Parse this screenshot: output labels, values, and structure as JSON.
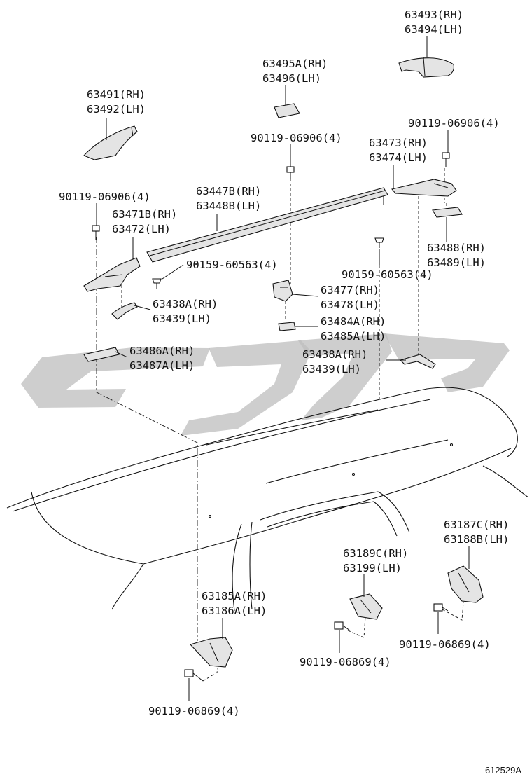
{
  "callouts": {
    "c63493": [
      "63493(RH)",
      "63494(LH)"
    ],
    "c63495": [
      "63495A(RH)",
      "63496(LH)"
    ],
    "c63491": [
      "63491(RH)",
      "63492(LH)"
    ],
    "c90119_a": [
      "90119-06906(4)"
    ],
    "c90119_b": [
      "90119-06906(4)"
    ],
    "c63473": [
      "63473(RH)",
      "63474(LH)"
    ],
    "c90119_c": [
      "90119-06906(4)"
    ],
    "c63447": [
      "63447B(RH)",
      "63448B(LH)"
    ],
    "c63471": [
      "63471B(RH)",
      "63472(LH)"
    ],
    "c63488": [
      "63488(RH)",
      "63489(LH)"
    ],
    "c90159_a": [
      "90159-60563(4)"
    ],
    "c90159_b": [
      "90159-60563(4)"
    ],
    "c63477": [
      "63477(RH)",
      "63478(LH)"
    ],
    "c63438_a": [
      "63438A(RH)",
      "63439(LH)"
    ],
    "c63484": [
      "63484A(RH)",
      "63485A(LH)"
    ],
    "c63486": [
      "63486A(RH)",
      "63487A(LH)"
    ],
    "c63438_b": [
      "63438A(RH)",
      "63439(LH)"
    ],
    "c63187": [
      "63187C(RH)",
      "63188B(LH)"
    ],
    "c63189": [
      "63189C(RH)",
      "63199(LH)"
    ],
    "c63185": [
      "63185A(RH)",
      "63186A(LH)"
    ],
    "c90119_d": [
      "90119-06869(4)"
    ],
    "c90119_e": [
      "90119-06869(4)"
    ],
    "c90119_f": [
      "90119-06869(4)"
    ]
  },
  "figure_code": "612529A"
}
